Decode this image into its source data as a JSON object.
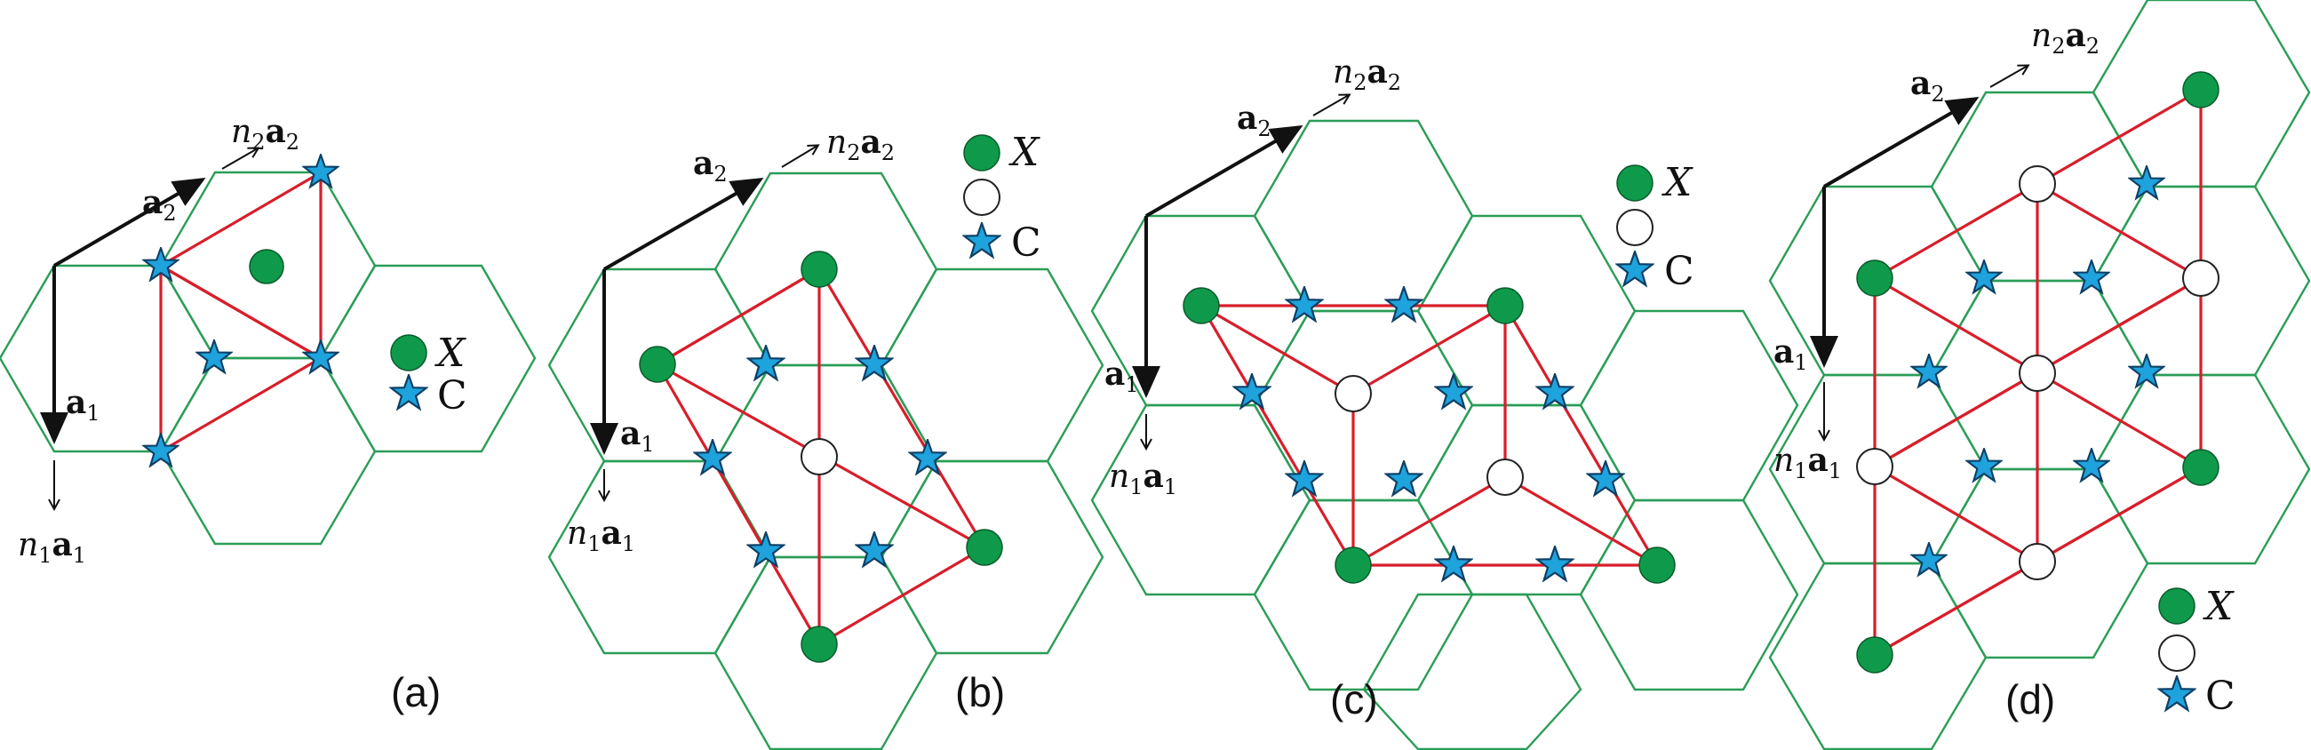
{
  "panels": [
    {
      "id": "a",
      "label": "(a)"
    },
    {
      "id": "b",
      "label": "(b)"
    },
    {
      "id": "c",
      "label": "(c)"
    },
    {
      "id": "d",
      "label": "(d)"
    }
  ],
  "vectors": {
    "a1": {
      "sym": "a",
      "sub": "1"
    },
    "a2": {
      "sym": "a",
      "sub": "2"
    },
    "n1a1": {
      "coef": "n",
      "coef_sub": "1",
      "sym": "a",
      "sub": "1"
    },
    "n2a2": {
      "coef": "n",
      "coef_sub": "2",
      "sym": "a",
      "sub": "2"
    }
  },
  "legend": {
    "green_symbol": "X",
    "star_symbol": "C"
  },
  "colors": {
    "hexagon": "#2a9d57",
    "triangle": "#d81e2a",
    "green_site": "#0e9a4a",
    "star_site": "#1fa3dc",
    "vector": "#111111"
  },
  "icons": [
    "green-circle-site-icon",
    "white-circle-site-icon",
    "blue-star-site-icon"
  ]
}
